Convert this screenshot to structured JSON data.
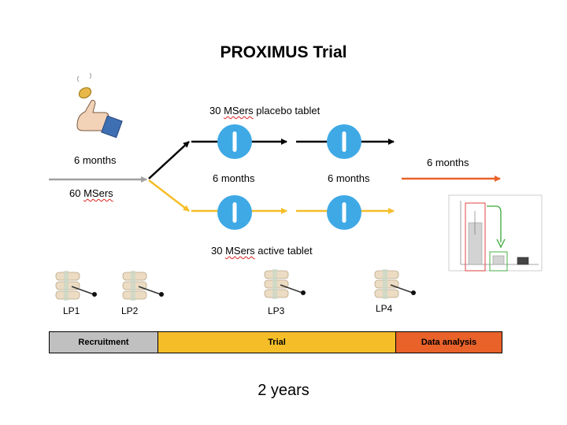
{
  "title": "PROXIMUS Trial",
  "recruitment_duration": "6 months",
  "cohort": {
    "count": "60",
    "unit": "MSers"
  },
  "placebo_arm": {
    "count": "30",
    "unit": "MSers",
    "label": "placebo tablet",
    "color": "#000000"
  },
  "active_arm": {
    "count": "30",
    "unit": "MSers",
    "label": "active tablet",
    "color": "#f5be28"
  },
  "trial_periods": [
    "6 months",
    "6 months"
  ],
  "analysis_period": {
    "label": "6 months",
    "color": "#e8622a"
  },
  "lumbar_punctures": [
    "LP1",
    "LP2",
    "LP3",
    "LP4"
  ],
  "timeline": [
    {
      "label": "Recruitment",
      "color": "#c0c0c0"
    },
    {
      "label": "Trial",
      "color": "#f5be28"
    },
    {
      "label": "Data analysis",
      "color": "#e8622a"
    }
  ],
  "total_duration": "2 years",
  "icons": {
    "randomisation": "coin-toss-hand-icon",
    "tablet": "tablet-icon",
    "procedure": "lumbar-puncture-icon",
    "result": "bar-chart-thumbnail"
  }
}
